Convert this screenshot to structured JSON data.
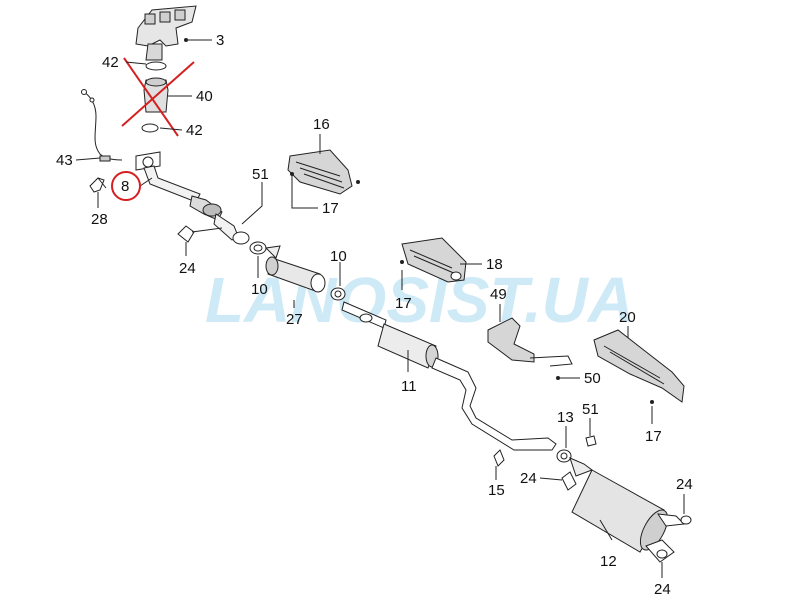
{
  "watermark": "LANOSIST.UA",
  "highlight_color": "#d42020",
  "cross_color": "#d42020",
  "callouts": {
    "c3": "3",
    "c42a": "42",
    "c40": "40",
    "c42b": "42",
    "c43": "43",
    "c8": "8",
    "c28": "28",
    "c16": "16",
    "c17a": "17",
    "c51a": "51",
    "c24a": "24",
    "c10a": "10",
    "c10b": "10",
    "c27": "27",
    "c18": "18",
    "c17b": "17",
    "c49": "49",
    "c20": "20",
    "c11": "11",
    "c50": "50",
    "c17c": "17",
    "c13": "13",
    "c51b": "51",
    "c15": "15",
    "c24b": "24",
    "c24c": "24",
    "c12": "12",
    "c24d": "24"
  }
}
